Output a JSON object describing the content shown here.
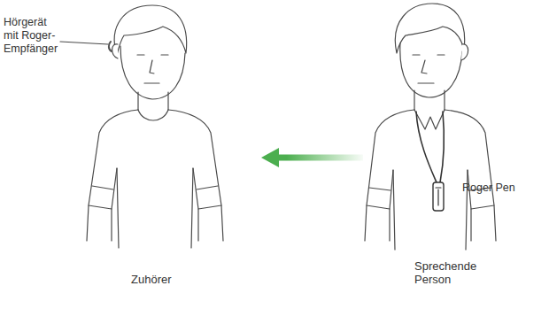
{
  "diagram": {
    "nodes": [
      {
        "text": [
          "Zuhörer"
        ]
      },
      {
        "text": [
          "Sprechende Person"
        ]
      }
    ],
    "edges": [
      {
        "from": 1,
        "to": 0,
        "arrow": "to"
      }
    ],
    "labels": [
      "Hörgerät mit Roger-Empfänger",
      "Roger Pen"
    ]
  }
}
